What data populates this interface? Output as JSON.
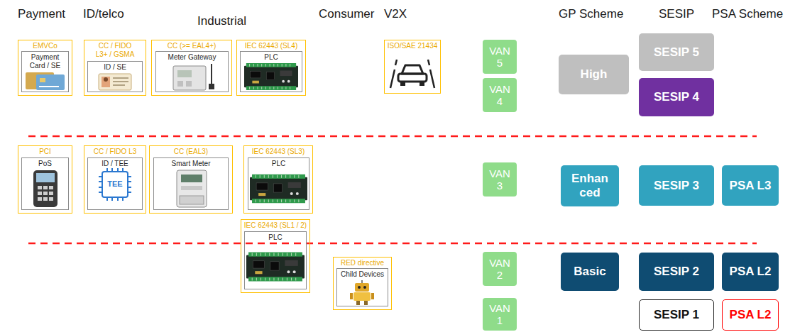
{
  "diagram": {
    "nodes": [
      {
        "text": [
          "EMVCo"
        ]
      },
      {
        "text": [
          "Payment Card / SE"
        ],
        "in": 0
      },
      {
        "text": [
          "CC / FIDO L3+ / GSMA"
        ]
      },
      {
        "text": [
          "ID / SE"
        ],
        "in": 2
      },
      {
        "text": [
          "CC (>= EAL4+)"
        ]
      },
      {
        "text": [
          "Meter Gateway"
        ],
        "in": 4
      },
      {
        "text": [
          "IEC 62443 (SL4)"
        ]
      },
      {
        "text": [
          "PLC"
        ],
        "in": 6
      },
      {
        "text": [
          "ISO/SAE 21434"
        ]
      },
      {
        "text": [
          "VAN 5"
        ]
      },
      {
        "text": [
          "High"
        ]
      },
      {
        "text": [
          "SESIP 5"
        ]
      },
      {
        "text": [
          "VAN 4"
        ]
      },
      {
        "text": [
          "SESIP 4"
        ]
      },
      {
        "text": [
          "PCI"
        ]
      },
      {
        "text": [
          "PoS"
        ],
        "in": 14
      },
      {
        "text": [
          "CC / FIDO L3"
        ]
      },
      {
        "text": [
          "ID / TEE"
        ],
        "in": 16
      },
      {
        "text": [
          "CC (EAL3)"
        ]
      },
      {
        "text": [
          "Smart Meter"
        ],
        "in": 18
      },
      {
        "text": [
          "IEC 62443 (SL3)"
        ]
      },
      {
        "text": [
          "PLC"
        ],
        "in": 20
      },
      {
        "text": [
          "VAN 3"
        ]
      },
      {
        "text": [
          "Enhan ced"
        ]
      },
      {
        "text": [
          "SESIP 3"
        ]
      },
      {
        "text": [
          "PSA L3"
        ]
      },
      {
        "text": [
          "IEC 62443 (SL1 / 2)"
        ]
      },
      {
        "text": [
          "PLC"
        ],
        "in": 26
      },
      {
        "text": [
          "RED directive"
        ]
      },
      {
        "text": [
          "Child Devices"
        ],
        "in": 28
      },
      {
        "text": [
          "VAN 2"
        ]
      },
      {
        "text": [
          "Basic"
        ]
      },
      {
        "text": [
          "SESIP 2"
        ]
      },
      {
        "text": [
          "PSA L2"
        ]
      },
      {
        "text": [
          "VAN 1"
        ]
      },
      {
        "text": [
          "SESIP 1"
        ]
      },
      {
        "text": [
          "PSA L2"
        ]
      }
    ],
    "labels": [
      "Payment",
      "ID/telco",
      "Industrial",
      "Consumer",
      "V2X",
      "GP Scheme",
      "SESIP",
      "PSA Scheme",
      "TEE"
    ]
  }
}
